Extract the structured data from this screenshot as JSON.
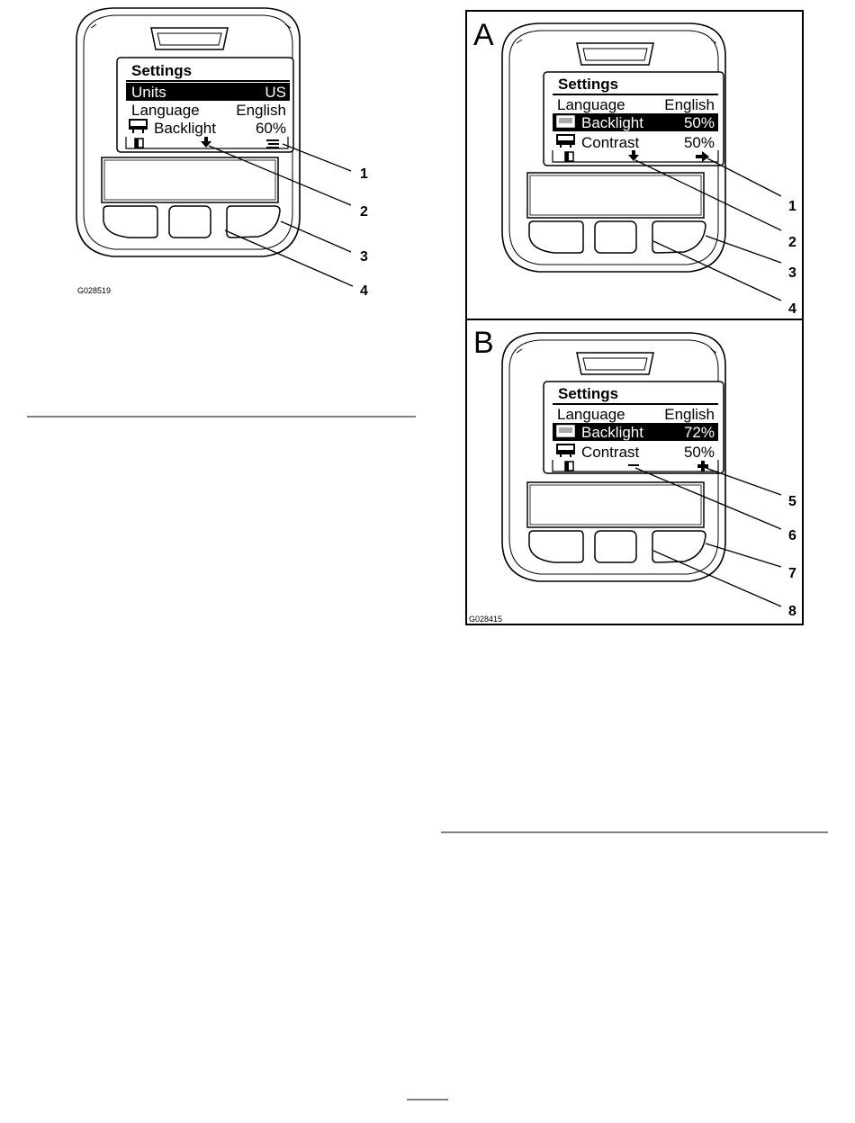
{
  "figure_left": {
    "code": "G028519",
    "screen": {
      "title": "Settings",
      "rows": [
        {
          "label": "Units",
          "value": "US",
          "icon": "",
          "highlighted": true
        },
        {
          "label": "Language",
          "value": "English",
          "icon": "",
          "highlighted": false
        },
        {
          "label": "Backlight",
          "value": "60%",
          "icon": "backlight-icon",
          "highlighted": false
        }
      ],
      "softkeys": [
        "exit-icon",
        "down-arrow-icon",
        "menu-icon"
      ]
    },
    "callouts": [
      "1",
      "2",
      "3",
      "4"
    ]
  },
  "figure_right": {
    "code": "G028415",
    "panel_a": {
      "letter": "A",
      "screen": {
        "title": "Settings",
        "rows": [
          {
            "label": "Language",
            "value": "English",
            "icon": "",
            "highlighted": false
          },
          {
            "label": "Backlight",
            "value": "50%",
            "icon": "backlight-icon",
            "highlighted": true
          },
          {
            "label": "Contrast",
            "value": "50%",
            "icon": "contrast-icon",
            "highlighted": false
          }
        ],
        "softkeys": [
          "exit-icon",
          "down-arrow-icon",
          "right-arrow-icon"
        ]
      },
      "callouts": [
        "1",
        "2",
        "3",
        "4"
      ]
    },
    "panel_b": {
      "letter": "B",
      "screen": {
        "title": "Settings",
        "rows": [
          {
            "label": "Language",
            "value": "English",
            "icon": "",
            "highlighted": false
          },
          {
            "label": "Backlight",
            "value": "72%",
            "icon": "backlight-icon",
            "highlighted": true
          },
          {
            "label": "Contrast",
            "value": "50%",
            "icon": "contrast-icon",
            "highlighted": false
          }
        ],
        "softkeys": [
          "exit-icon",
          "minus-icon",
          "plus-icon"
        ]
      },
      "callouts": [
        "5",
        "6",
        "7",
        "8"
      ]
    }
  }
}
